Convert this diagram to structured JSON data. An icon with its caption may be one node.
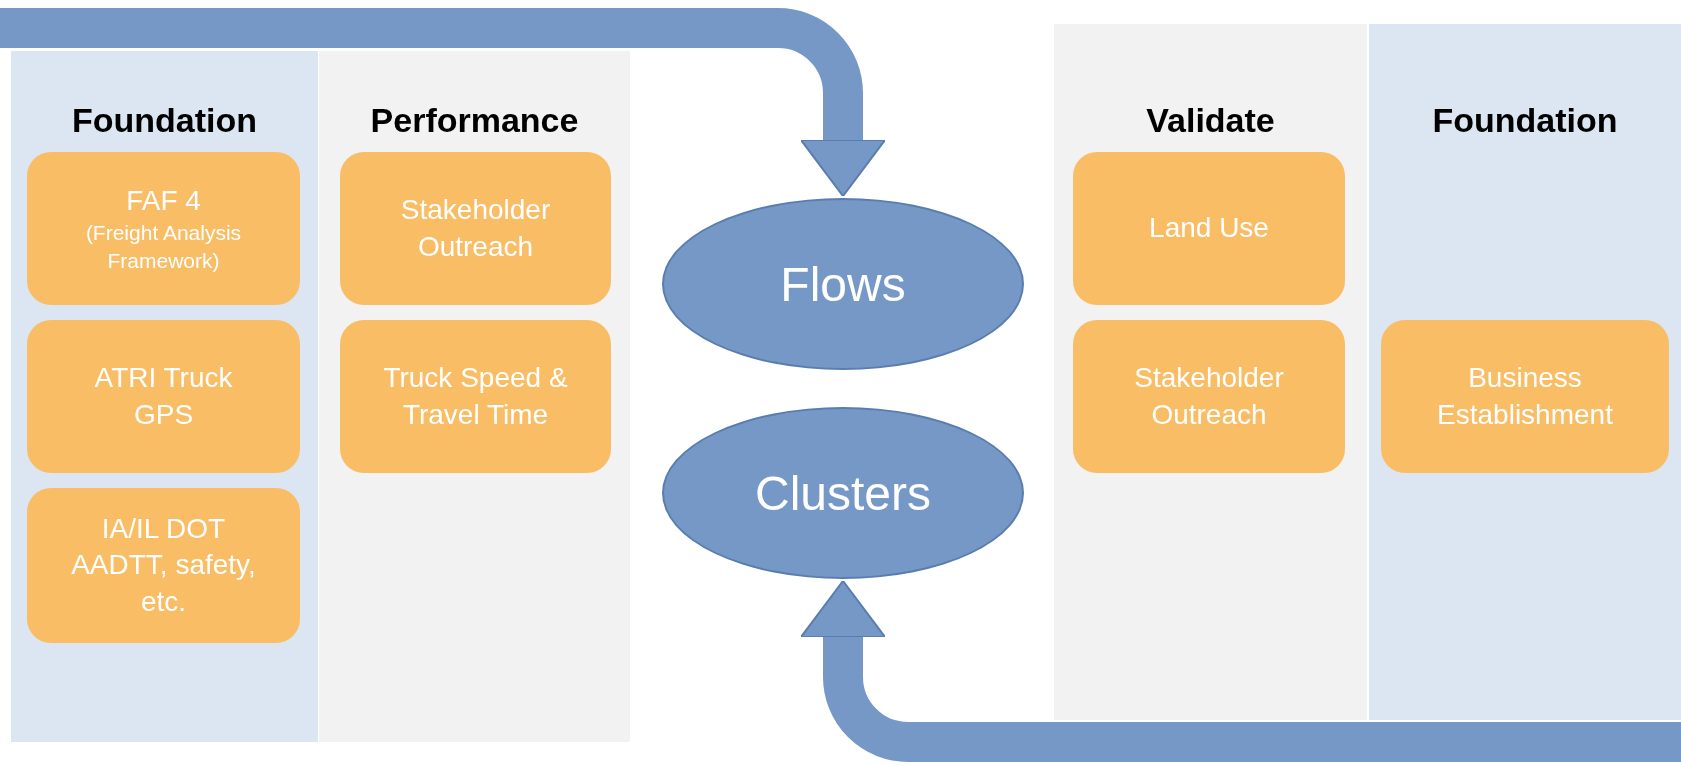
{
  "diagram": {
    "nodes": [
      {
        "text": [
          "Foundation"
        ]
      },
      {
        "text": [
          "FAF 4",
          "(Freight Analysis Framework)"
        ],
        "in": 0
      },
      {
        "text": [
          "ATRI Truck GPS"
        ],
        "in": 0
      },
      {
        "text": [
          "IA/IL DOT AADTT, safety, etc."
        ],
        "in": 0
      },
      {
        "text": [
          "Performance"
        ]
      },
      {
        "text": [
          "Stakeholder Outreach"
        ],
        "in": 4
      },
      {
        "text": [
          "Truck Speed & Travel Time"
        ],
        "in": 4
      },
      {
        "text": [
          "Flows"
        ]
      },
      {
        "text": [
          "Clusters"
        ]
      },
      {
        "text": [
          "Validate"
        ]
      },
      {
        "text": [
          "Land Use"
        ],
        "in": 9
      },
      {
        "text": [
          "Stakeholder Outreach"
        ],
        "in": 9
      },
      {
        "text": [
          "Foundation"
        ]
      },
      {
        "text": [
          "Business Establishment"
        ],
        "in": 12
      }
    ],
    "edges": [
      {
        "from": null,
        "to": 7,
        "arrow": "to"
      },
      {
        "from": null,
        "to": 8,
        "arrow": "to"
      }
    ]
  }
}
